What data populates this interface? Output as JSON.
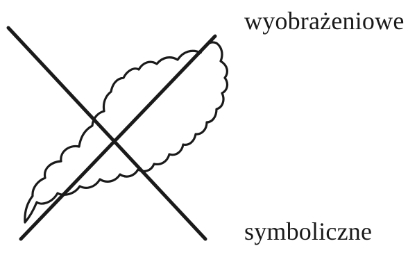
{
  "labels": {
    "top": "wyobrażeniowe",
    "bottom": "symboliczne"
  },
  "colors": {
    "stroke": "#1a1a1a",
    "background": "#ffffff"
  },
  "icons": {
    "drawing": "leaf-crossed-out"
  }
}
